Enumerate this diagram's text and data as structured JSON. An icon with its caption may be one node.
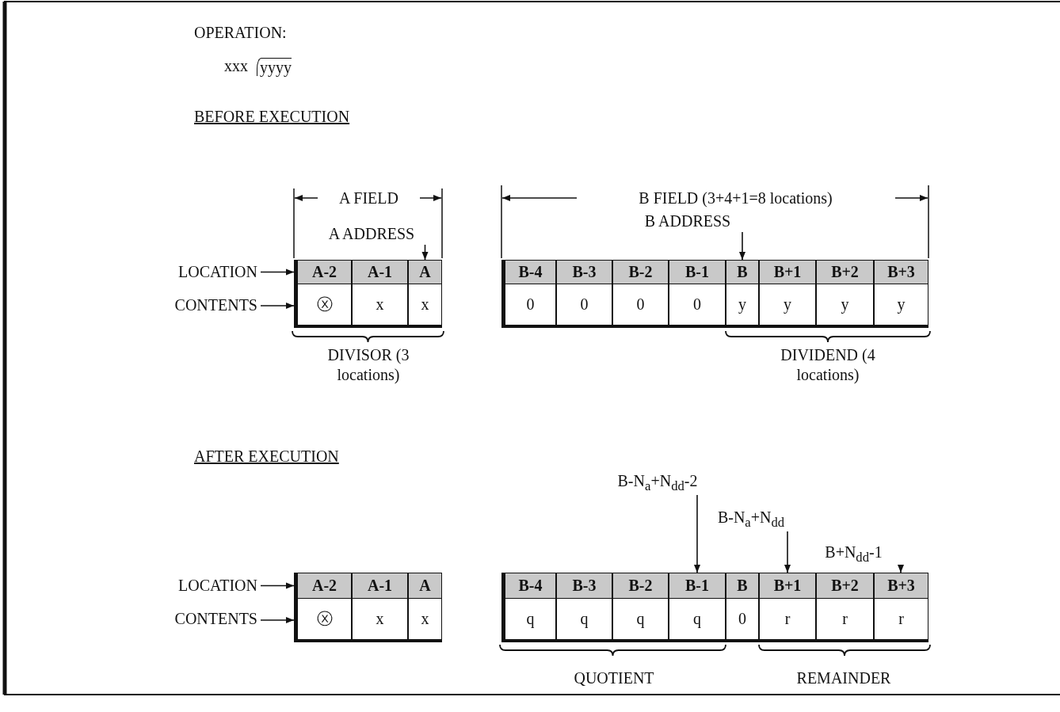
{
  "diagram": {
    "nodes": [
      {
        "text": [
          "LOCATION"
        ]
      },
      {
        "text": [
          "CONTENTS"
        ]
      },
      {
        "text": [
          "A ADDRESS"
        ]
      },
      {
        "text": [
          "A-2"
        ]
      },
      {
        "text": [
          "A-1"
        ]
      },
      {
        "text": [
          "A"
        ]
      },
      {
        "text": [
          "ⓧ"
        ]
      },
      {
        "text": [
          "x"
        ]
      },
      {
        "text": [
          "x"
        ]
      },
      {
        "text": [
          "B ADDRESS"
        ]
      },
      {
        "text": [
          "B-4"
        ]
      },
      {
        "text": [
          "B-3"
        ]
      },
      {
        "text": [
          "B-2"
        ]
      },
      {
        "text": [
          "B-1"
        ]
      },
      {
        "text": [
          "B"
        ]
      },
      {
        "text": [
          "B+1"
        ]
      },
      {
        "text": [
          "B+2"
        ]
      },
      {
        "text": [
          "B+3"
        ]
      },
      {
        "text": [
          "0"
        ]
      },
      {
        "text": [
          "0"
        ]
      },
      {
        "text": [
          "0"
        ]
      },
      {
        "text": [
          "0"
        ]
      },
      {
        "text": [
          "y"
        ]
      },
      {
        "text": [
          "y"
        ]
      },
      {
        "text": [
          "y"
        ]
      },
      {
        "text": [
          "y"
        ]
      },
      {
        "text": [
          "LOCATION"
        ]
      },
      {
        "text": [
          "CONTENTS"
        ]
      },
      {
        "text": [
          "A-2"
        ]
      },
      {
        "text": [
          "A-1"
        ]
      },
      {
        "text": [
          "A"
        ]
      },
      {
        "text": [
          "ⓧ"
        ]
      },
      {
        "text": [
          "x"
        ]
      },
      {
        "text": [
          "x"
        ]
      },
      {
        "text": [
          "B-N$_{a}$+N$_{dd}$-2"
        ]
      },
      {
        "text": [
          "B-N$_{a}$+N$_{dd}$"
        ]
      },
      {
        "text": [
          "B+N$_{dd}$-1"
        ]
      },
      {
        "text": [
          "B-4"
        ]
      },
      {
        "text": [
          "B-3"
        ]
      },
      {
        "text": [
          "B-2"
        ]
      },
      {
        "text": [
          "B-1"
        ]
      },
      {
        "text": [
          "B"
        ]
      },
      {
        "text": [
          "B+1"
        ]
      },
      {
        "text": [
          "B+2"
        ]
      },
      {
        "text": [
          "B+3"
        ]
      },
      {
        "text": [
          "q"
        ]
      },
      {
        "text": [
          "q"
        ]
      },
      {
        "text": [
          "q"
        ]
      },
      {
        "text": [
          "q"
        ]
      },
      {
        "text": [
          "0"
        ]
      },
      {
        "text": [
          "r"
        ]
      },
      {
        "text": [
          "r"
        ]
      },
      {
        "text": [
          "r"
        ]
      }
    ],
    "edges": [
      {
        "from": 0,
        "to": 3,
        "arrow": "to"
      },
      {
        "from": 1,
        "to": 6,
        "arrow": "to"
      },
      {
        "from": 2,
        "to": 5,
        "arrow": "to"
      },
      {
        "from": 9,
        "to": 14,
        "arrow": "to"
      },
      {
        "from": 26,
        "to": 28,
        "arrow": "to"
      },
      {
        "from": 27,
        "to": 31,
        "arrow": "to"
      },
      {
        "from": 34,
        "to": 40,
        "arrow": "to"
      },
      {
        "from": 35,
        "to": 42,
        "arrow": "to"
      },
      {
        "from": 36,
        "to": 44,
        "arrow": "to"
      }
    ],
    "labels": [
      "OPERATION:",
      "xxx",
      "yyyy",
      "BEFORE EXECUTION",
      "A FIELD",
      "B FIELD (3+4+1=8 locations)",
      "DIVISOR (3 locations)",
      "DIVIDEND (4 locations)",
      "AFTER EXECUTION",
      "QUOTIENT",
      "REMAINDER"
    ]
  }
}
